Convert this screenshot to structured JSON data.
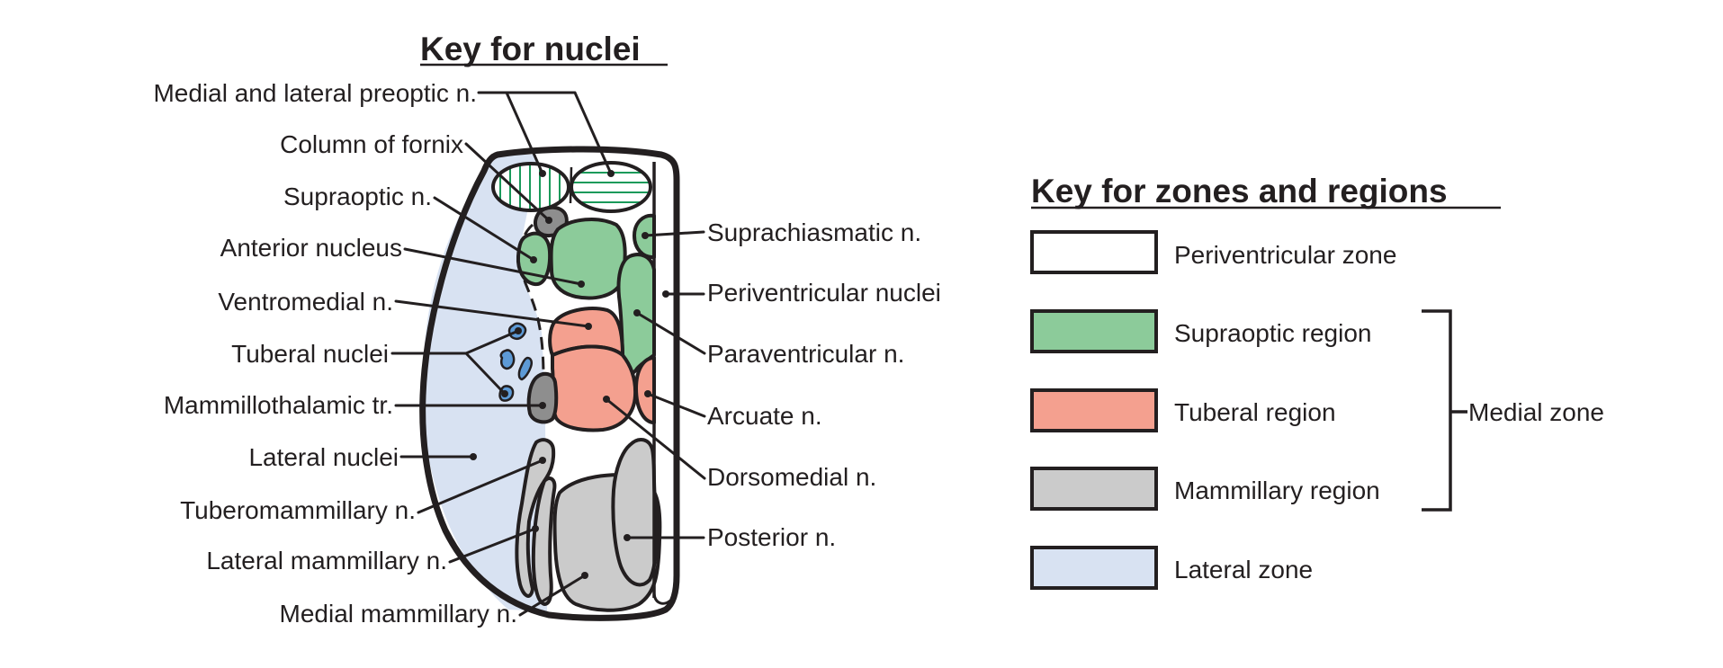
{
  "nuclei_key": {
    "title": "Key for nuclei",
    "left_labels": {
      "preoptic": "Medial and lateral preoptic n.",
      "fornix": "Column of fornix",
      "supraoptic": "Supraoptic n.",
      "anterior": "Anterior nucleus",
      "ventromedial": "Ventromedial n.",
      "tuberal": "Tuberal nuclei",
      "mammillothalamic": "Mammillothalamic tr.",
      "lateral_nuclei": "Lateral nuclei",
      "tuberomammillary": "Tuberomammillary n.",
      "lateral_mammillary": "Lateral mammillary n.",
      "medial_mammillary": "Medial mammillary n."
    },
    "right_labels": {
      "suprachiasmatic": "Suprachiasmatic n.",
      "periventricular": "Periventricular nuclei",
      "paraventricular": "Paraventricular n.",
      "arcuate": "Arcuate n.",
      "dorsomedial": "Dorsomedial n.",
      "posterior": "Posterior n."
    }
  },
  "zones_key": {
    "title": "Key for zones and regions",
    "items": [
      {
        "label": "Periventricular zone",
        "color": "#ffffff"
      },
      {
        "label": "Supraoptic region",
        "color": "#8ccb9a"
      },
      {
        "label": "Tuberal region",
        "color": "#f4a08f"
      },
      {
        "label": "Mammillary region",
        "color": "#cbcbcb"
      },
      {
        "label": "Lateral zone",
        "color": "#d8e2f2"
      }
    ],
    "bracket_label": "Medial zone"
  },
  "colors": {
    "supraoptic": "#8ccb9a",
    "tuberal": "#f4a08f",
    "mammillary": "#cbcbcb",
    "lateral": "#d8e2f2",
    "periventricular": "#ffffff",
    "fornix": "#8e8e8e",
    "tuberal_nuclei": "#5d9ad6",
    "preoptic_hatch": "#1a9a5a",
    "ink": "#231f20"
  }
}
